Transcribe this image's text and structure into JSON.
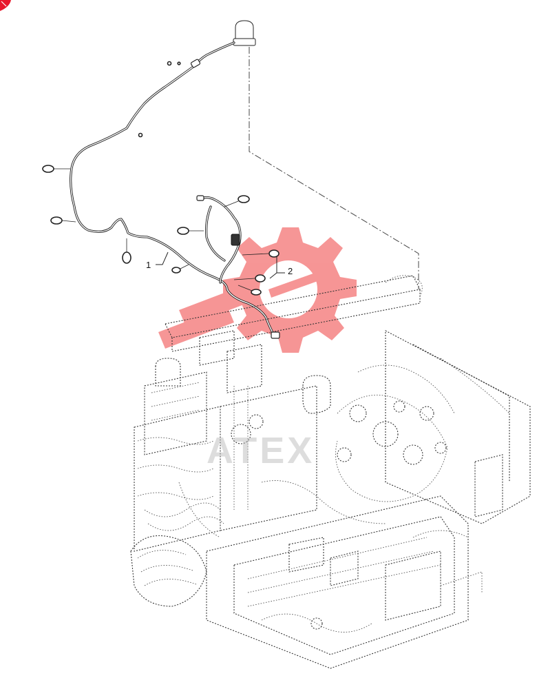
{
  "callouts": {
    "one": "1",
    "two": "2"
  },
  "watermark": {
    "text": "АТЕХ",
    "color": "#ef4040"
  },
  "corner_badge": {
    "color": "#e8192c"
  }
}
